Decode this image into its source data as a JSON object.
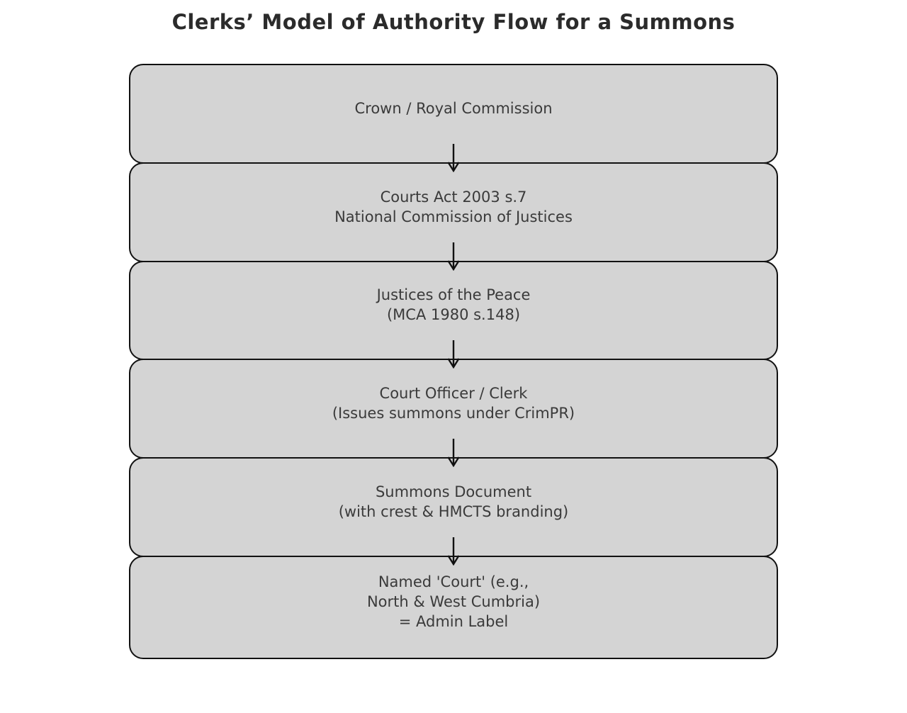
{
  "title": "Clerks’ Model of Authority Flow for a Summons",
  "colors": {
    "background": "#ffffff",
    "box_fill": "#d4d4d4",
    "box_border": "#111111",
    "arrow": "#111111",
    "title_text": "#2b2b2b",
    "node_text": "#3a3a3a"
  },
  "flowchart": {
    "direction": "top-down",
    "nodes": [
      {
        "id": "crown",
        "lines": [
          "Crown / Royal Commission"
        ]
      },
      {
        "id": "courts-act",
        "lines": [
          "Courts Act 2003 s.7",
          "National Commission of Justices"
        ]
      },
      {
        "id": "justices-of-the-peace",
        "lines": [
          "Justices of the Peace",
          "(MCA 1980 s.148)"
        ]
      },
      {
        "id": "court-officer-clerk",
        "lines": [
          "Court Officer / Clerk",
          "(Issues summons under CrimPR)"
        ]
      },
      {
        "id": "summons-document",
        "lines": [
          "Summons Document",
          "(with crest & HMCTS branding)"
        ]
      },
      {
        "id": "named-court",
        "lines": [
          "Named 'Court' (e.g.,",
          "North & West Cumbria)",
          "= Admin Label"
        ]
      }
    ],
    "edges": [
      {
        "from": "crown",
        "to": "courts-act"
      },
      {
        "from": "courts-act",
        "to": "justices-of-the-peace"
      },
      {
        "from": "justices-of-the-peace",
        "to": "court-officer-clerk"
      },
      {
        "from": "court-officer-clerk",
        "to": "summons-document"
      },
      {
        "from": "summons-document",
        "to": "named-court"
      }
    ]
  }
}
